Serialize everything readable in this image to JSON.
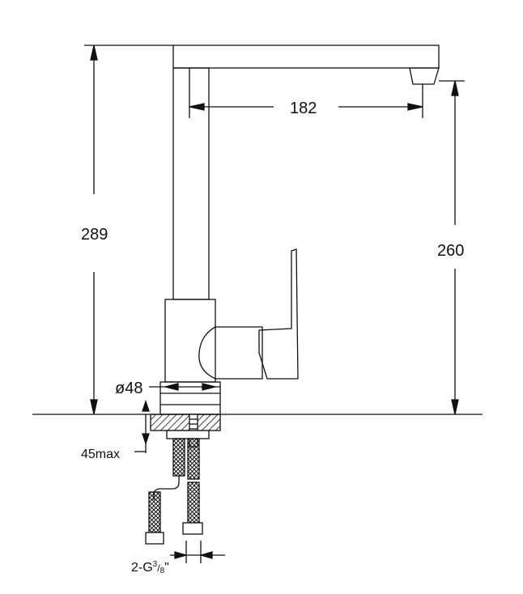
{
  "dimensions": {
    "spout_reach": "182",
    "total_height": "289",
    "outlet_height": "260",
    "base_diameter": "ø48",
    "mount_thickness": "45max",
    "connection_prefix": "2-G",
    "connection_numerator": "3",
    "connection_denominator": "8",
    "connection_suffix": "\""
  },
  "colors": {
    "line": "#111111",
    "background": "#ffffff"
  }
}
